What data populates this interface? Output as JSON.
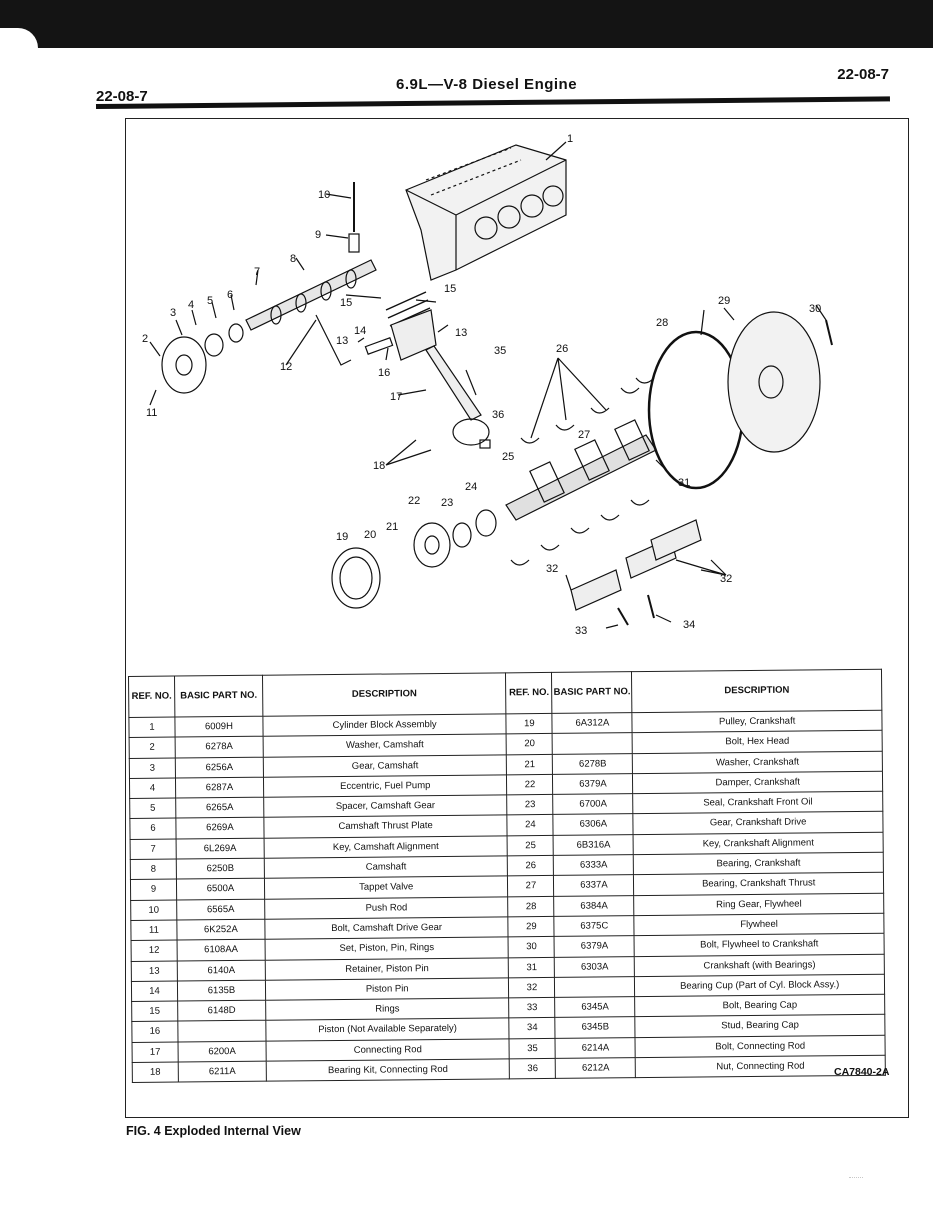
{
  "header": {
    "page_left": "22-08-7",
    "title": "6.9L—V-8 Diesel Engine",
    "page_right": "22-08-7"
  },
  "diagram": {
    "callouts": [
      "1",
      "2",
      "3",
      "4",
      "5",
      "6",
      "7",
      "8",
      "9",
      "10",
      "11",
      "12",
      "13",
      "13",
      "14",
      "15",
      "15",
      "16",
      "17",
      "18",
      "19",
      "20",
      "21",
      "22",
      "23",
      "24",
      "25",
      "26",
      "27",
      "28",
      "29",
      "30",
      "31",
      "32",
      "32",
      "33",
      "34",
      "35",
      "36"
    ]
  },
  "table": {
    "headers": {
      "ref": "REF. NO.",
      "basic": "BASIC PART NO.",
      "description": "DESCRIPTION"
    },
    "rows": [
      {
        "l_ref": "1",
        "l_part": "6009H",
        "l_desc": "Cylinder Block Assembly",
        "r_ref": "19",
        "r_part": "6A312A",
        "r_desc": "Pulley, Crankshaft"
      },
      {
        "l_ref": "2",
        "l_part": "6278A",
        "l_desc": "Washer, Camshaft",
        "r_ref": "20",
        "r_part": "",
        "r_desc": "Bolt, Hex Head"
      },
      {
        "l_ref": "3",
        "l_part": "6256A",
        "l_desc": "Gear, Camshaft",
        "r_ref": "21",
        "r_part": "6278B",
        "r_desc": "Washer, Crankshaft"
      },
      {
        "l_ref": "4",
        "l_part": "6287A",
        "l_desc": "Eccentric, Fuel Pump",
        "r_ref": "22",
        "r_part": "6379A",
        "r_desc": "Damper, Crankshaft"
      },
      {
        "l_ref": "5",
        "l_part": "6265A",
        "l_desc": "Spacer, Camshaft Gear",
        "r_ref": "23",
        "r_part": "6700A",
        "r_desc": "Seal, Crankshaft Front Oil"
      },
      {
        "l_ref": "6",
        "l_part": "6269A",
        "l_desc": "Camshaft Thrust Plate",
        "r_ref": "24",
        "r_part": "6306A",
        "r_desc": "Gear, Crankshaft Drive"
      },
      {
        "l_ref": "7",
        "l_part": "6L269A",
        "l_desc": "Key, Camshaft Alignment",
        "r_ref": "25",
        "r_part": "6B316A",
        "r_desc": "Key, Crankshaft Alignment"
      },
      {
        "l_ref": "8",
        "l_part": "6250B",
        "l_desc": "Camshaft",
        "r_ref": "26",
        "r_part": "6333A",
        "r_desc": "Bearing, Crankshaft"
      },
      {
        "l_ref": "9",
        "l_part": "6500A",
        "l_desc": "Tappet Valve",
        "r_ref": "27",
        "r_part": "6337A",
        "r_desc": "Bearing, Crankshaft Thrust"
      },
      {
        "l_ref": "10",
        "l_part": "6565A",
        "l_desc": "Push Rod",
        "r_ref": "28",
        "r_part": "6384A",
        "r_desc": "Ring Gear, Flywheel"
      },
      {
        "l_ref": "11",
        "l_part": "6K252A",
        "l_desc": "Bolt, Camshaft Drive Gear",
        "r_ref": "29",
        "r_part": "6375C",
        "r_desc": "Flywheel"
      },
      {
        "l_ref": "12",
        "l_part": "6108AA",
        "l_desc": "Set, Piston, Pin, Rings",
        "r_ref": "30",
        "r_part": "6379A",
        "r_desc": "Bolt, Flywheel to Crankshaft"
      },
      {
        "l_ref": "13",
        "l_part": "6140A",
        "l_desc": "Retainer, Piston Pin",
        "r_ref": "31",
        "r_part": "6303A",
        "r_desc": "Crankshaft (with Bearings)"
      },
      {
        "l_ref": "14",
        "l_part": "6135B",
        "l_desc": "Piston Pin",
        "r_ref": "32",
        "r_part": "",
        "r_desc": "Bearing Cup (Part of Cyl. Block Assy.)"
      },
      {
        "l_ref": "15",
        "l_part": "6148D",
        "l_desc": "Rings",
        "r_ref": "33",
        "r_part": "6345A",
        "r_desc": "Bolt, Bearing Cap"
      },
      {
        "l_ref": "16",
        "l_part": "",
        "l_desc": "Piston (Not Available Separately)",
        "r_ref": "34",
        "r_part": "6345B",
        "r_desc": "Stud, Bearing Cap"
      },
      {
        "l_ref": "17",
        "l_part": "6200A",
        "l_desc": "Connecting Rod",
        "r_ref": "35",
        "r_part": "6214A",
        "r_desc": "Bolt, Connecting Rod"
      },
      {
        "l_ref": "18",
        "l_part": "6211A",
        "l_desc": "Bearing Kit, Connecting Rod",
        "r_ref": "36",
        "r_part": "6212A",
        "r_desc": "Nut, Connecting Rod"
      }
    ]
  },
  "figure_code": "CA7840-2A",
  "caption": "FIG. 4  Exploded Internal View"
}
